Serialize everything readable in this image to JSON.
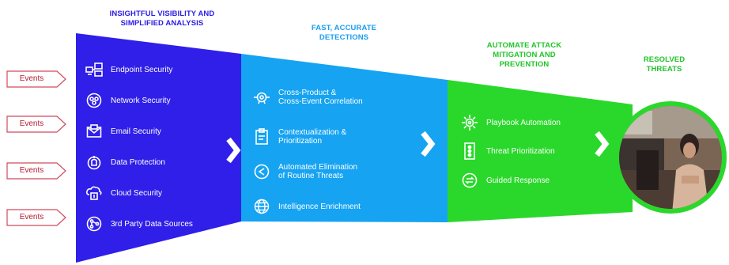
{
  "stages": [
    {
      "heading": "INSIGHTFUL VISIBILITY AND\nSIMPLIFIED ANALYSIS",
      "heading_color": "#2b1ce6",
      "fill": "#2f1fe8",
      "items": [
        {
          "label": "Endpoint Security",
          "icon": "endpoint-icon"
        },
        {
          "label": "Network Security",
          "icon": "network-icon"
        },
        {
          "label": "Email Security",
          "icon": "email-icon"
        },
        {
          "label": "Data Protection",
          "icon": "data-protection-icon"
        },
        {
          "label": "Cloud Security",
          "icon": "cloud-security-icon"
        },
        {
          "label": "3rd Party Data Sources",
          "icon": "third-party-icon"
        }
      ]
    },
    {
      "heading": "FAST, ACCURATE\nDETECTIONS",
      "heading_color": "#1a9df0",
      "fill": "#16a3f2",
      "items": [
        {
          "label": "Cross-Product &\nCross-Event Correlation",
          "icon": "correlation-icon"
        },
        {
          "label": "Contextualization &\nPrioritization",
          "icon": "contextualization-icon"
        },
        {
          "label": "Automated Elimination\nof Routine Threats",
          "icon": "elimination-icon"
        },
        {
          "label": "Intelligence Enrichment",
          "icon": "globe-icon"
        }
      ]
    },
    {
      "heading": "AUTOMATE ATTACK\nMITIGATION AND\nPREVENTION",
      "heading_color": "#21c42a",
      "fill": "#2ad82b",
      "items": [
        {
          "label": "Playbook Automation",
          "icon": "gear-icon"
        },
        {
          "label": "Threat Prioritization",
          "icon": "priority-icon"
        },
        {
          "label": "Guided Response",
          "icon": "response-icon"
        }
      ]
    }
  ],
  "resolved": {
    "heading": "RESOLVED\nTHREATS",
    "heading_color": "#21c42a",
    "ring_color": "#2ad82b"
  },
  "events": [
    "Events",
    "Events",
    "Events",
    "Events"
  ],
  "events_color": "#b51d32"
}
